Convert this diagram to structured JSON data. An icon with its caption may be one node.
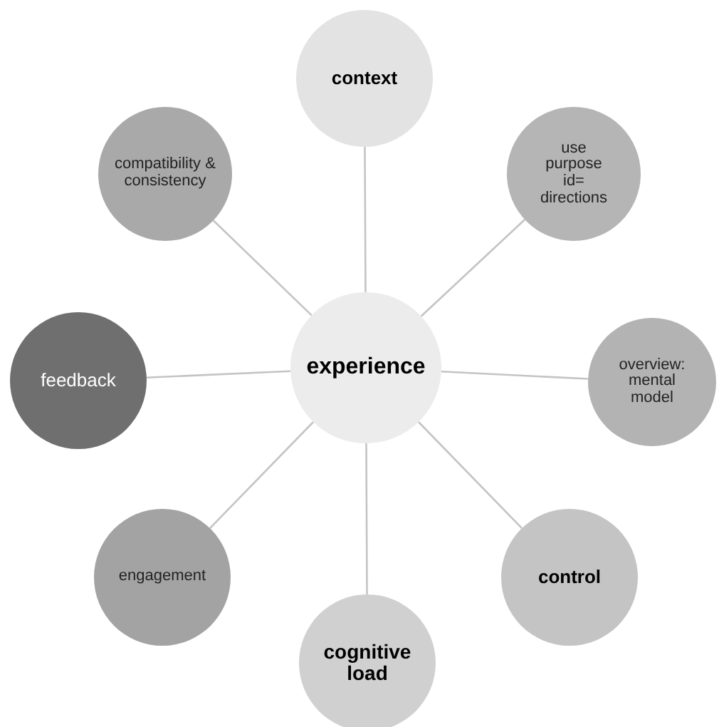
{
  "diagram": {
    "nodes": [
      {
        "text": [
          "experience"
        ]
      },
      {
        "text": [
          "context"
        ]
      },
      {
        "text": [
          "use purpose id= directions"
        ]
      },
      {
        "text": [
          "overview: mental model"
        ]
      },
      {
        "text": [
          "control"
        ]
      },
      {
        "text": [
          "cognitive load"
        ]
      },
      {
        "text": [
          "engagement"
        ]
      },
      {
        "text": [
          "feedback"
        ]
      },
      {
        "text": [
          "compatibility & consistency"
        ]
      }
    ],
    "edges": [
      {
        "from": 0,
        "to": 1,
        "arrow": "none"
      },
      {
        "from": 0,
        "to": 2,
        "arrow": "none"
      },
      {
        "from": 0,
        "to": 3,
        "arrow": "none"
      },
      {
        "from": 0,
        "to": 4,
        "arrow": "none"
      },
      {
        "from": 0,
        "to": 5,
        "arrow": "none"
      },
      {
        "from": 0,
        "to": 6,
        "arrow": "none"
      },
      {
        "from": 0,
        "to": 7,
        "arrow": "none"
      },
      {
        "from": 0,
        "to": 8,
        "arrow": "none"
      }
    ]
  }
}
